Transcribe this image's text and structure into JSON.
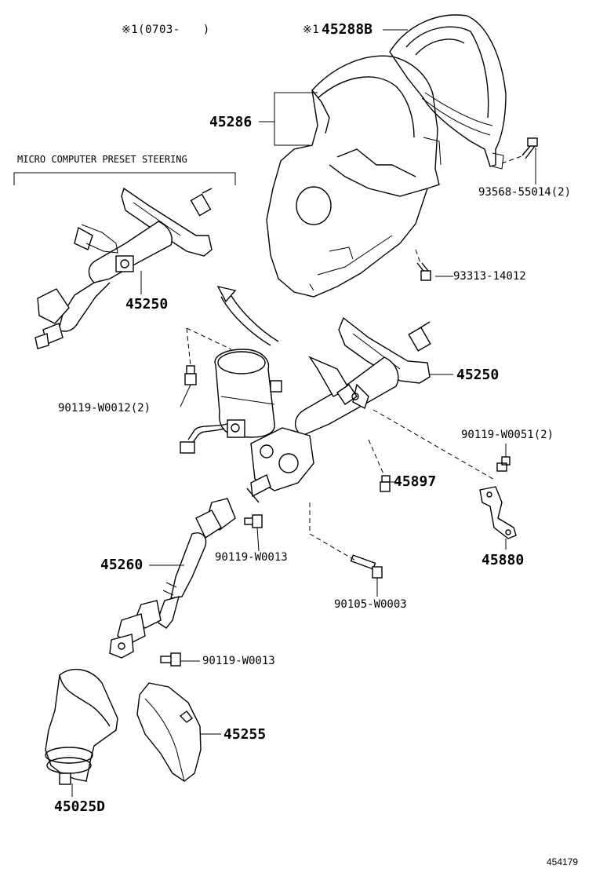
{
  "header": {
    "note_date": "※1(0703-　　)",
    "note_part_prefix": "※1",
    "part_45288B": "45288B"
  },
  "section": {
    "micro_computer": "MICRO COMPUTER PRESET STEERING"
  },
  "parts": {
    "p45286": "45286",
    "p93568": "93568-55014(2)",
    "p93313": "93313-14012",
    "p45250_top": "45250",
    "p45250_main": "45250",
    "p90119_w0012": "90119-W0012(2)",
    "p90119_w0051": "90119-W0051(2)",
    "p45897": "45897",
    "p45880": "45880",
    "p45260": "45260",
    "p90119_w0013_a": "90119-W0013",
    "p90105_w0003": "90105-W0003",
    "p90119_w0013_b": "90119-W0013",
    "p45255": "45255",
    "p45025D": "45025D"
  },
  "footer": {
    "diagram_number": "454179"
  }
}
